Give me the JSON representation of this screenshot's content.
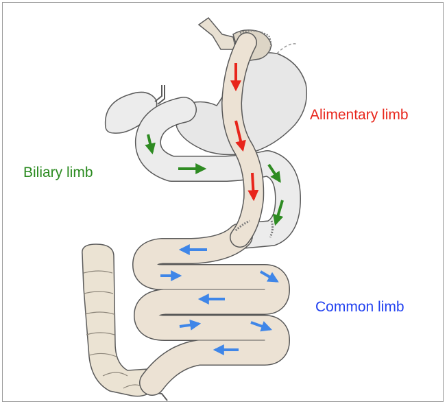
{
  "labels": {
    "alimentary": "Alimentary limb",
    "biliary": "Biliary limb",
    "common": "Common limb"
  },
  "colors": {
    "alimentary": "#e8251b",
    "biliary": "#2a8a1f",
    "common": "#1f3ff0",
    "arrow_common": "#3f86e8",
    "intestine_fill": "#ece2d4",
    "stomach_fill": "#e7e7e7",
    "outline": "#555555",
    "frame": "#9a9a9a"
  },
  "icons": {
    "gallbladder": "gallbladder-icon",
    "stomach": "stomach-icon",
    "colon": "colon-icon",
    "esophagus": "esophagus-icon"
  }
}
